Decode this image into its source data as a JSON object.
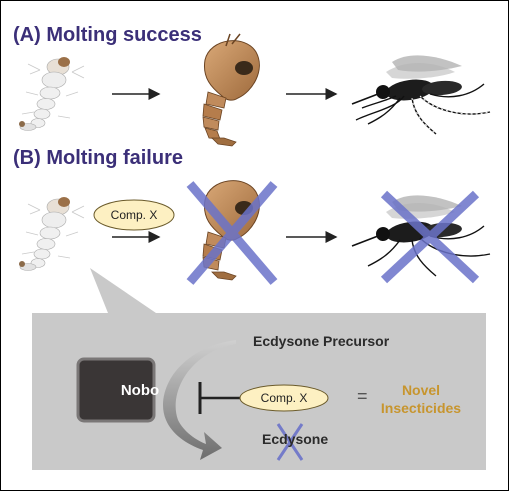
{
  "panel_a": {
    "title": "(A) Molting success"
  },
  "panel_b": {
    "title": "(B) Molting failure",
    "compound_label": "Comp. X"
  },
  "mechanism": {
    "enzyme": "Nobo",
    "substrate": "Ecdysone Precursor",
    "product": "Ecdysone",
    "inhibitor": "Comp. X",
    "equals": "=",
    "result": "Novel Insecticides"
  },
  "colors": {
    "title": "#3b2f78",
    "cross": "#6b73c9",
    "result": "#c7952e",
    "callout": "#c9c9c9",
    "nobo_box": "#3a3636"
  }
}
